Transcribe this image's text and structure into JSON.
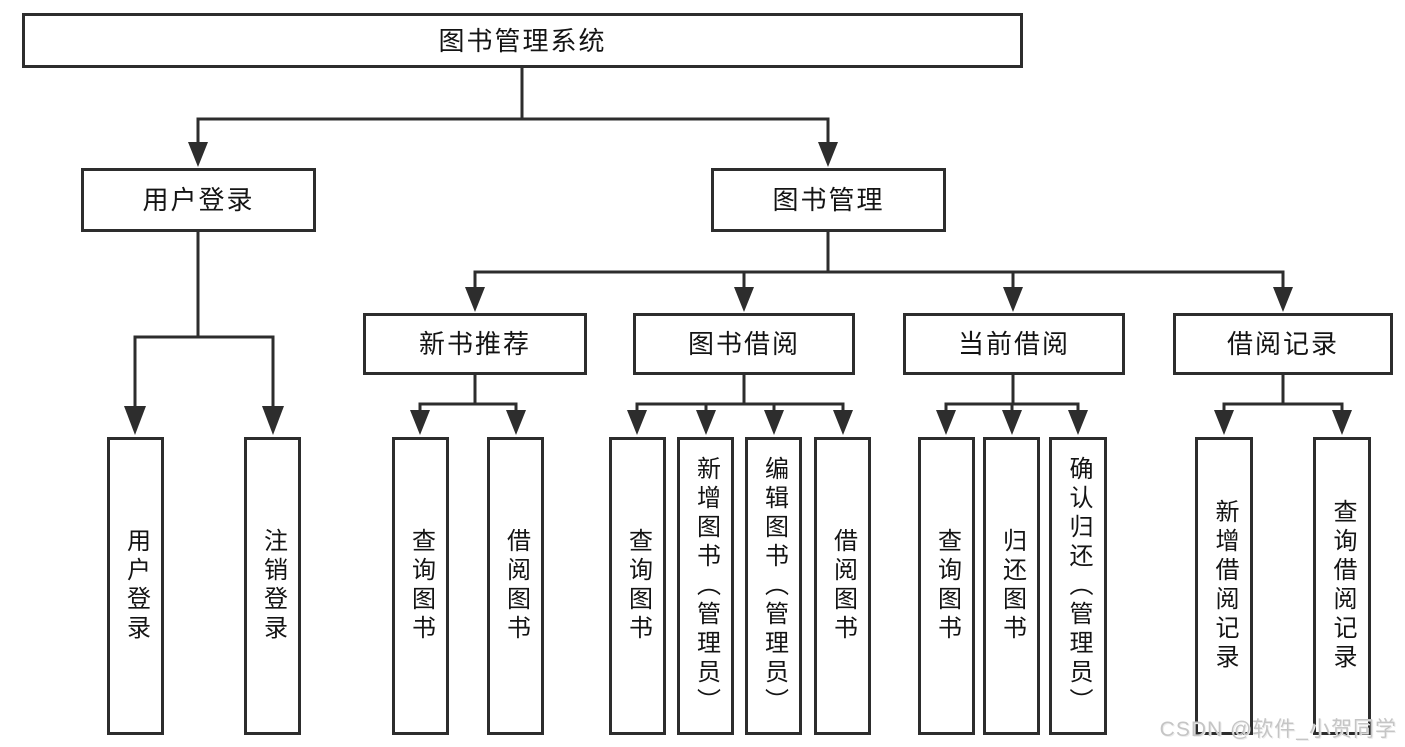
{
  "colors": {
    "line": "#2d2d2d",
    "text": "#141414",
    "canvas": "#ffffff",
    "watermark": "#c5c5c5"
  },
  "watermark": "CSDN @软件_小贺同学",
  "tree": {
    "root": "图书管理系统",
    "branches": [
      {
        "label": "用户登录",
        "children": [
          "用户登录",
          "注销登录"
        ]
      },
      {
        "label": "图书管理",
        "groups": [
          {
            "label": "新书推荐",
            "children": [
              "查询图书",
              "借阅图书"
            ]
          },
          {
            "label": "图书借阅",
            "children": [
              "查询图书",
              "新增图书（管理员）",
              "编辑图书（管理员）",
              "借阅图书"
            ]
          },
          {
            "label": "当前借阅",
            "children": [
              "查询图书",
              "归还图书",
              "确认归还（管理员）"
            ]
          },
          {
            "label": "借阅记录",
            "children": [
              "新增借阅记录",
              "查询借阅记录"
            ]
          }
        ]
      }
    ]
  }
}
